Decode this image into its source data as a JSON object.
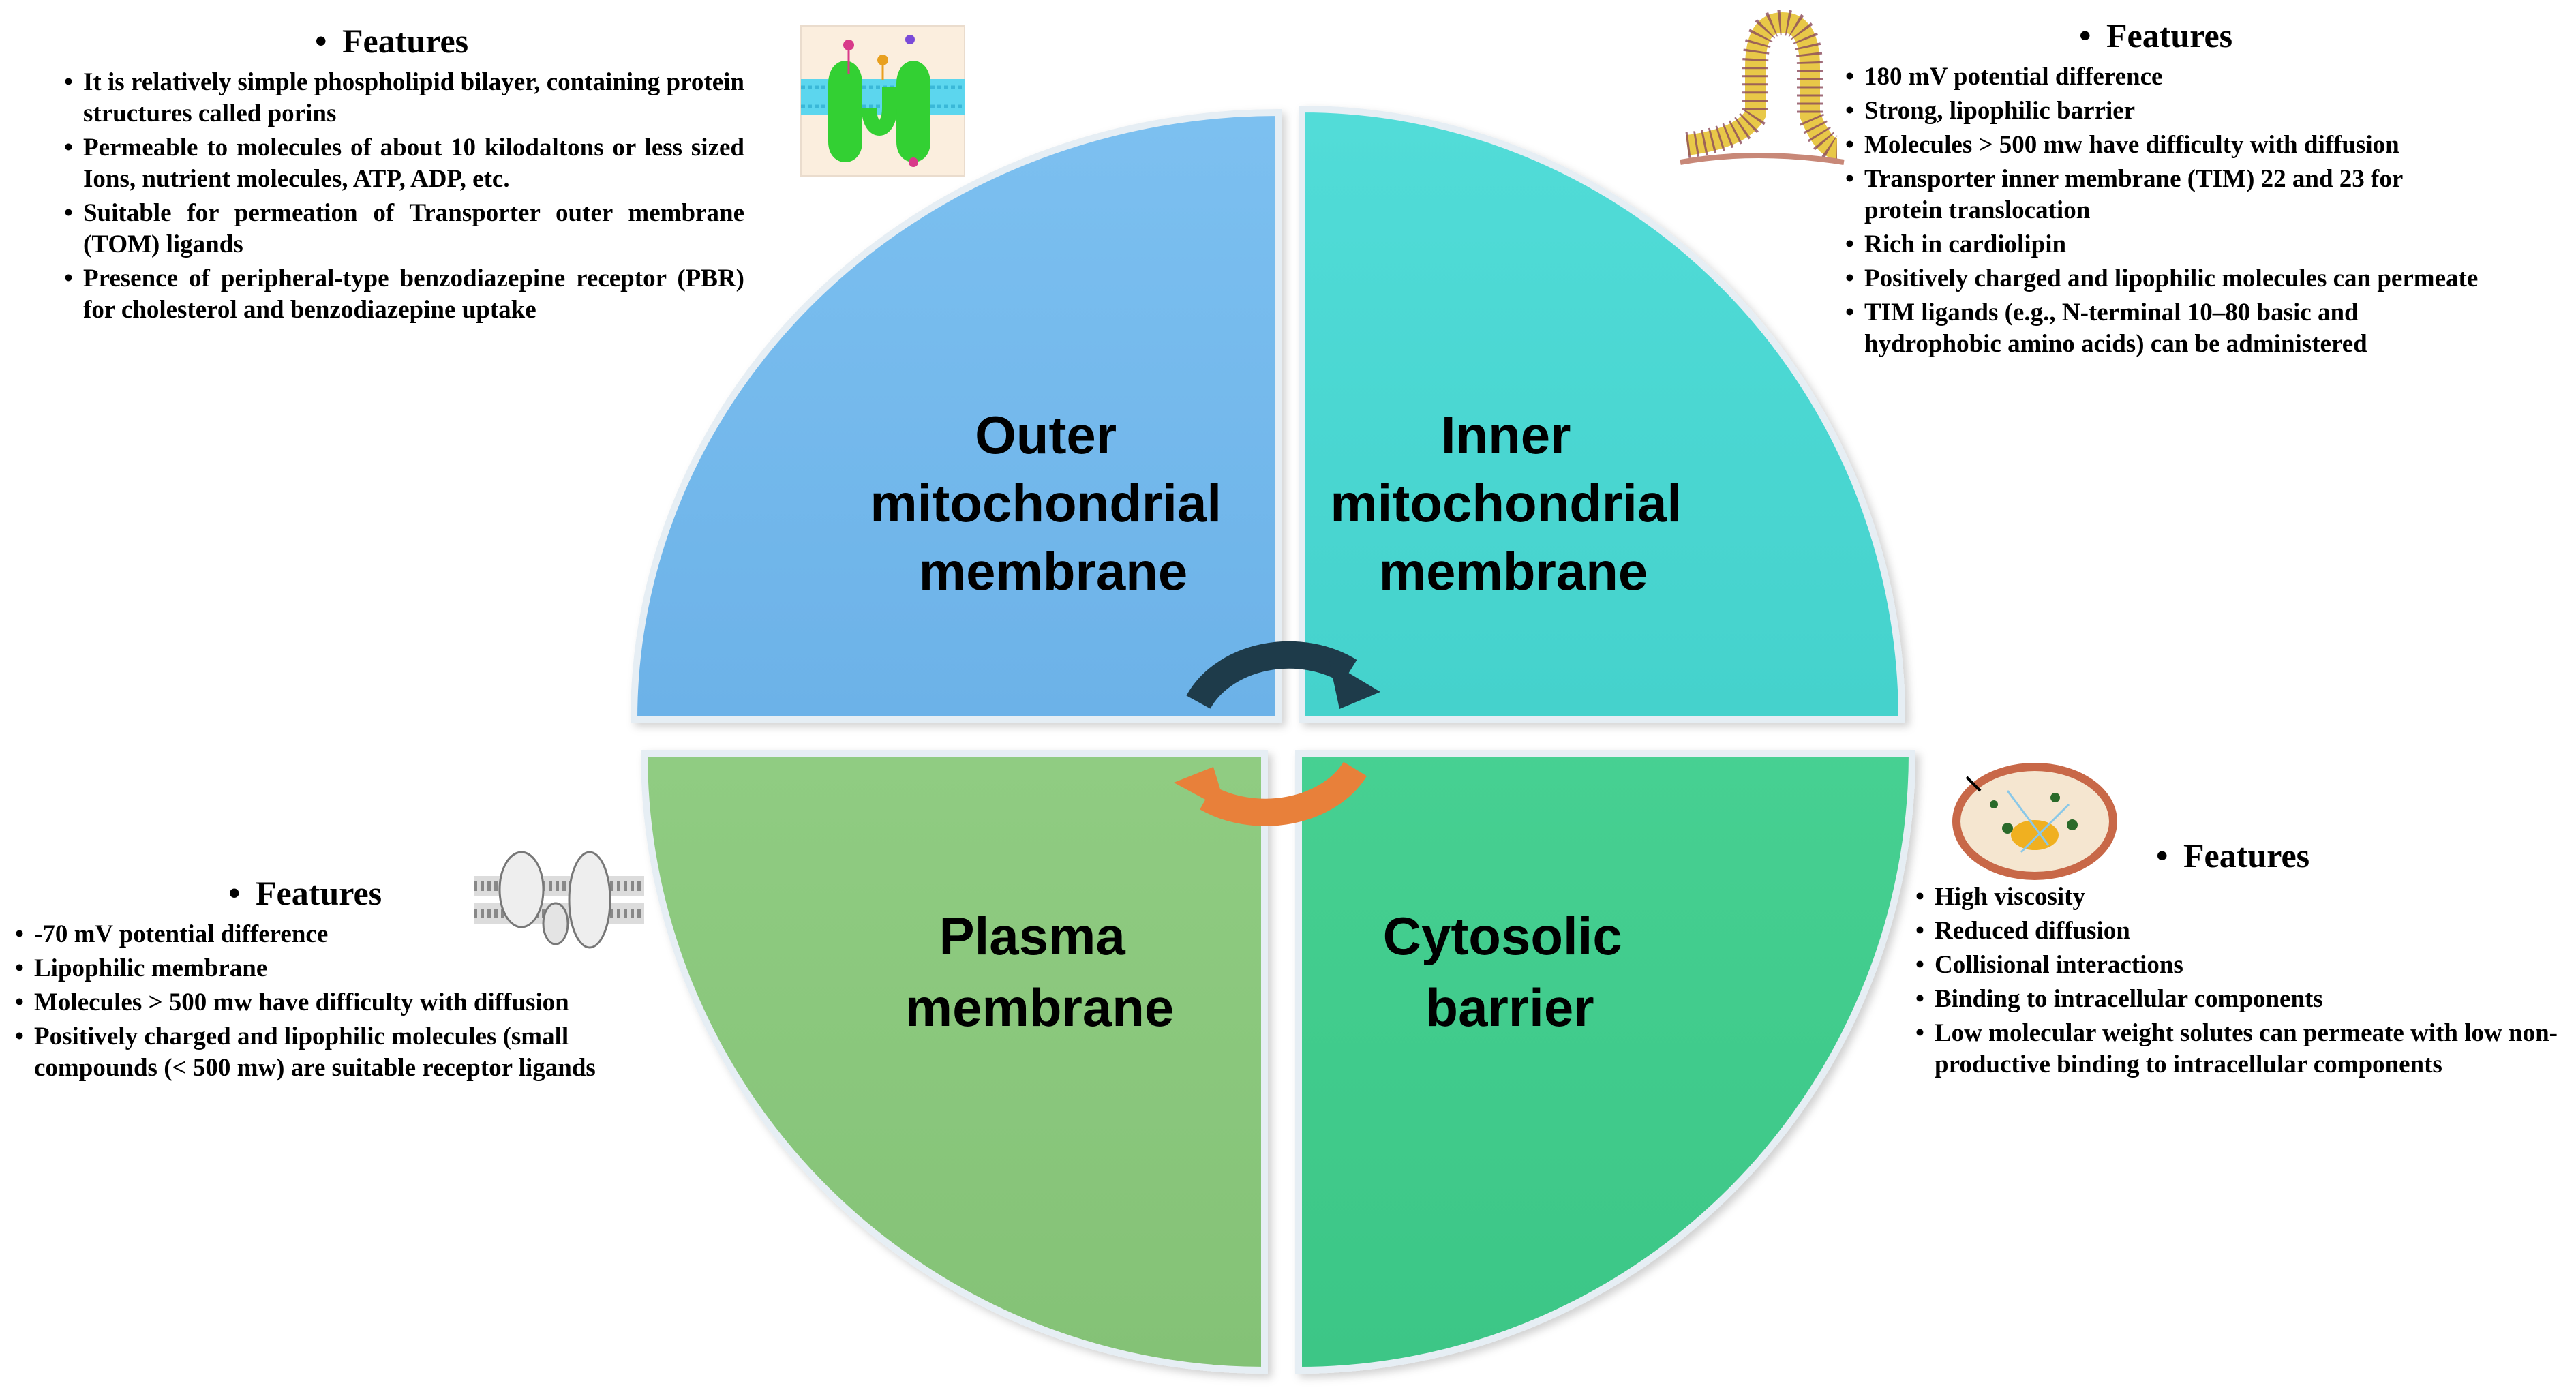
{
  "quadrants": {
    "outer": {
      "label_lines": [
        "Outer",
        "mitochondrial",
        "membrane"
      ],
      "color": "#74b8ec"
    },
    "inner": {
      "label_lines": [
        "Inner",
        "mitochondrial",
        "membrane"
      ],
      "color": "#4ad8d4"
    },
    "plasma": {
      "label_lines": [
        "Plasma",
        "membrane"
      ],
      "color": "#8cc87e"
    },
    "cytosolic": {
      "label_lines": [
        "Cytosolic",
        "barrier"
      ],
      "color": "#42cc8c"
    }
  },
  "arrows": {
    "top_color": "#1e3b4a",
    "bottom_color": "#e8803a"
  },
  "outer_features": {
    "heading": "Features",
    "items": [
      "It is relatively simple phospholipid bilayer, containing protein structures called porins",
      "Permeable to molecules of about 10 kilodaltons or less sized Ions, nutrient molecules, ATP, ADP, etc.",
      "Suitable for permeation of Transporter outer membrane (TOM) ligands",
      "Presence of peripheral-type benzodiazepine receptor (PBR) for cholesterol and benzodiazepine uptake"
    ]
  },
  "inner_features": {
    "heading": "Features",
    "items": [
      "180 mV potential difference",
      "Strong, lipophilic barrier",
      "Molecules > 500 mw have difficulty with diffusion",
      "Transporter inner membrane (TIM) 22 and 23 for protein translocation",
      "Rich in cardiolipin",
      "Positively charged and lipophilic molecules can permeate",
      "TIM ligands (e.g., N-terminal 10–80 basic and hydrophobic amino acids) can be administered"
    ]
  },
  "plasma_features": {
    "heading": "Features",
    "items": [
      "-70 mV potential difference",
      "Lipophilic membrane",
      "Molecules > 500 mw have difficulty with diffusion",
      " Positively charged and lipophilic molecules (small compounds (< 500 mw) are suitable receptor ligands"
    ]
  },
  "cytosolic_features": {
    "heading": "Features",
    "items": [
      "High viscosity",
      "Reduced diffusion",
      "Collisional interactions",
      "Binding to intracellular components",
      "Low molecular weight solutes can permeate with low non-productive binding to intracellular components"
    ]
  },
  "icons": {
    "outer": "porin-membrane-icon",
    "inner": "inner-membrane-fold-icon",
    "plasma": "plasma-membrane-bilayer-icon",
    "cytosolic": "cell-cytosol-icon"
  }
}
